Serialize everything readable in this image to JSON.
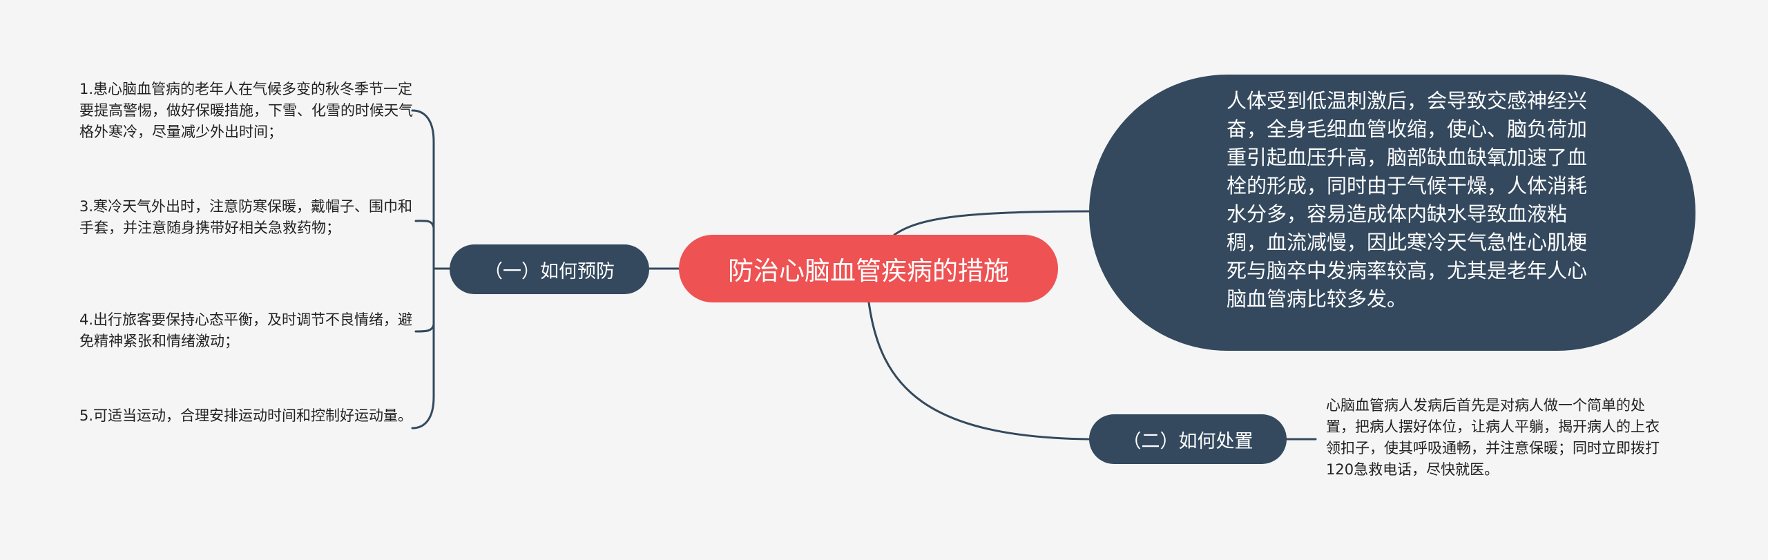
{
  "mindmap": {
    "center": {
      "label": "防治心脑血管疾病的措施"
    },
    "intro": {
      "text": "人体受到低温刺激后，会导致交感神经兴奋，全身毛细血管收缩，使心、脑负荷加重引起血压升高，脑部缺血缺氧加速了血栓的形成，同时由于气候干燥，人体消耗水分多，容易造成体内缺水导致血液粘稠，血流减慢，因此寒冷天气急性心肌梗死与脑卒中发病率较高，尤其是老年人心脑血管病比较多发。"
    },
    "prevention": {
      "label": "（一）如何预防",
      "items": [
        "1.患心脑血管病的老年人在气候多变的秋冬季节一定要提高警惕，做好保暖措施，下雪、化雪的时候天气格外寒冷，尽量减少外出时间；",
        "3.寒冷天气外出时，注意防寒保暖，戴帽子、围巾和手套，并注意随身携带好相关急救药物；",
        "4.出行旅客要保持心态平衡，及时调节不良情绪，避免精神紧张和情绪激动；",
        "5.可适当运动，合理安排运动时间和控制好运动量。"
      ]
    },
    "treatment": {
      "label": "（二）如何处置",
      "items": [
        "心脑血管病人发病后首先是对病人做一个简单的处置，把病人摆好体位，让病人平躺，揭开病人的上衣领扣子，使其呼吸通畅，并注意保暖；同时立即拨打120急救电话，尽快就医。"
      ]
    }
  },
  "colors": {
    "center": "#ee5253",
    "node": "#34495e",
    "line": "#34495e",
    "background": "#f5f5f5",
    "leaf_text": "#222222"
  }
}
